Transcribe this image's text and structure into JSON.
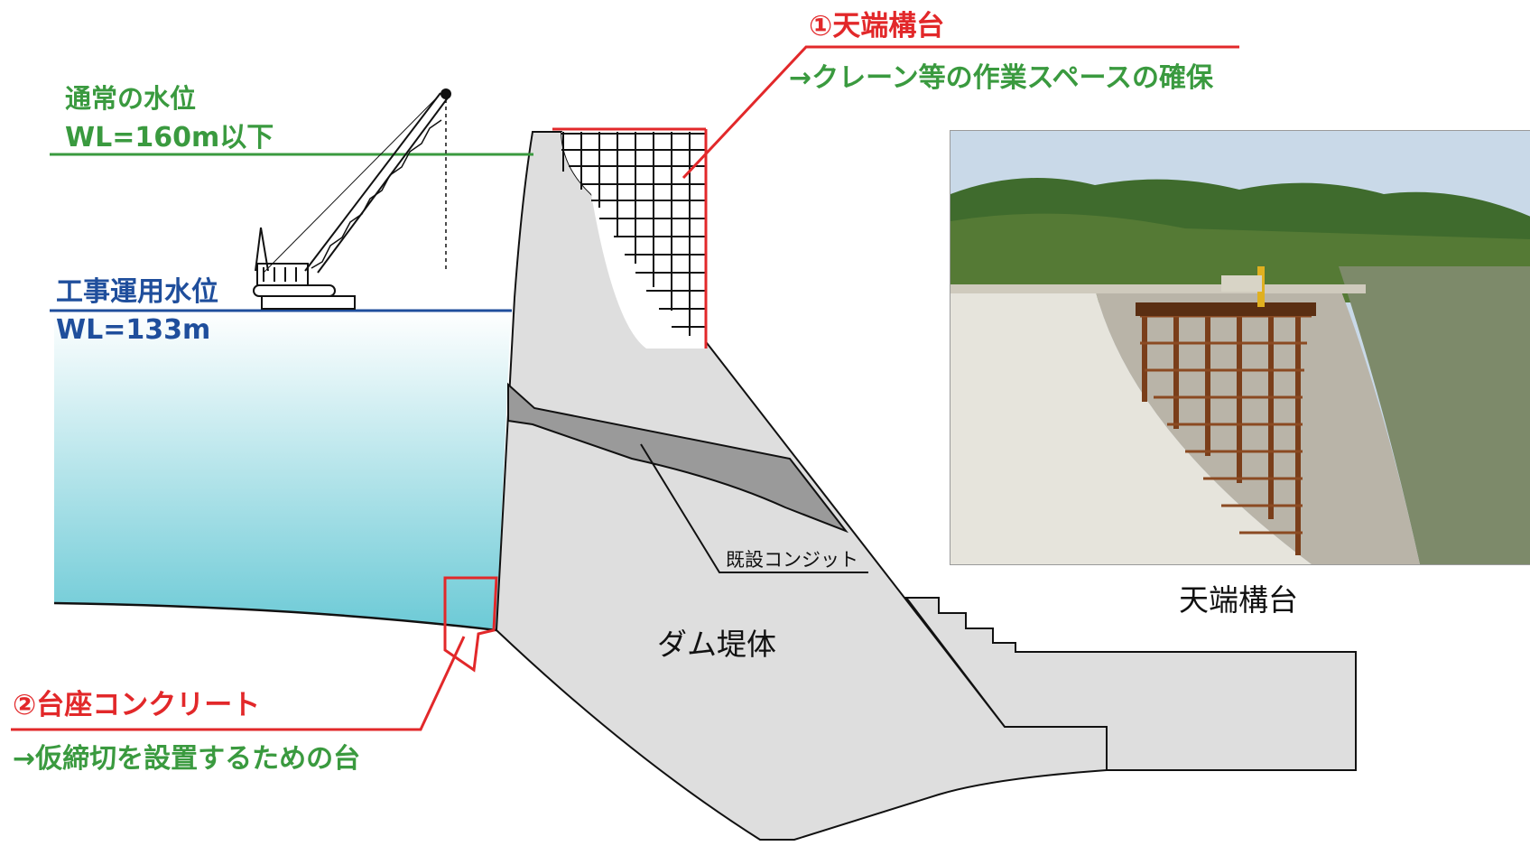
{
  "labels": {
    "normal_wl_title": "通常の水位",
    "normal_wl_value": "WL=160m以下",
    "construction_wl_title": "工事運用水位",
    "construction_wl_value": "WL=133m",
    "crest_platform_title": "①天端構台",
    "crest_platform_desc": "→クレーン等の作業スペースの確保",
    "base_concrete_title": "②台座コンクリート",
    "base_concrete_desc": "→仮締切を設置するための台",
    "existing_conduit": "既設コンジット",
    "dam_body": "ダム堤体",
    "photo_caption": "天端構台"
  },
  "colors": {
    "green": "#3a9a3f",
    "blue": "#1f4e9c",
    "red": "#e2282a",
    "dam_fill": "#dedede",
    "conduit_fill": "#9a9a9a",
    "water_top": "#ffffff",
    "water_bottom": "#6ccad6"
  }
}
